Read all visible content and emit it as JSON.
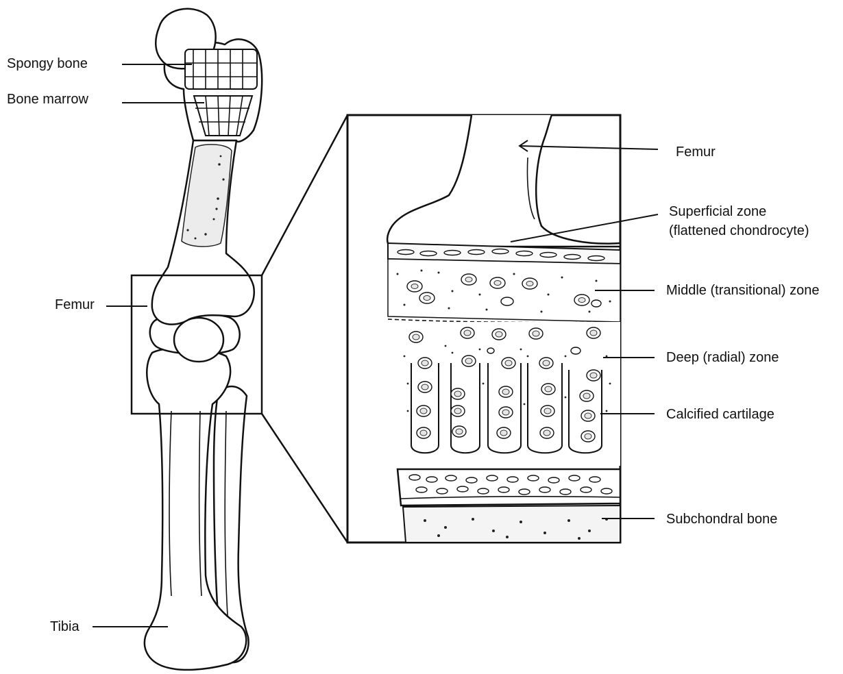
{
  "labels": {
    "spongy_bone": "Spongy bone",
    "bone_marrow": "Bone marrow",
    "femur_left": "Femur",
    "tibia": "Tibia",
    "femur_inset": "Femur",
    "superficial_zone_line1": "Superficial zone",
    "superficial_zone_line2": "(flattened chondrocyte)",
    "middle_zone": "Middle (transitional) zone",
    "deep_zone": "Deep (radial) zone",
    "calcified_cartilage": "Calcified cartilage",
    "subchondral_bone": "Subchondral bone"
  }
}
